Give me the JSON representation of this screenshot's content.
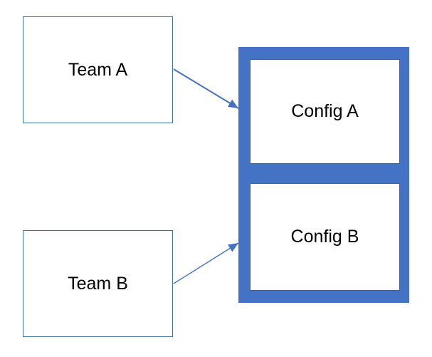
{
  "diagram": {
    "nodes": {
      "team_a": {
        "label": "Team A"
      },
      "team_b": {
        "label": "Team B"
      },
      "config_a": {
        "label": "Config A"
      },
      "config_b": {
        "label": "Config B"
      }
    },
    "edges": [
      {
        "from": "Team A",
        "to": "Config A",
        "style": "solid",
        "arrowhead": "filled-triangle"
      },
      {
        "from": "Team B",
        "to": "Config B",
        "style": "solid",
        "arrowhead": "filled-triangle"
      }
    ]
  },
  "colors": {
    "accent_blue": "#4472C4",
    "inner_border": "#3a62a8",
    "team_border": "#41719C",
    "text_color": "#000000",
    "canvas_bg": "#ffffff"
  }
}
